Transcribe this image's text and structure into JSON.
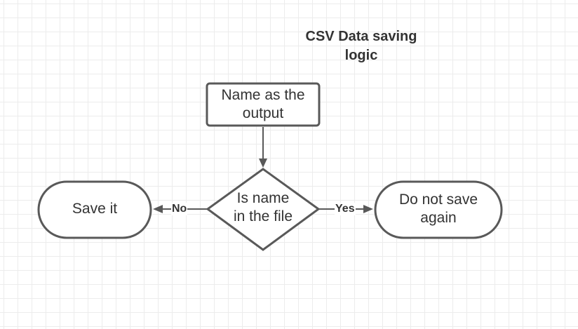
{
  "diagram": {
    "title": "CSV Data saving\nlogic",
    "nodes": {
      "start": "Name as the\noutput",
      "decision": "Is name\nin the file",
      "save": "Save it",
      "skip": "Do not save\nagain"
    },
    "edges": {
      "no_label": "No",
      "yes_label": "Yes"
    }
  }
}
